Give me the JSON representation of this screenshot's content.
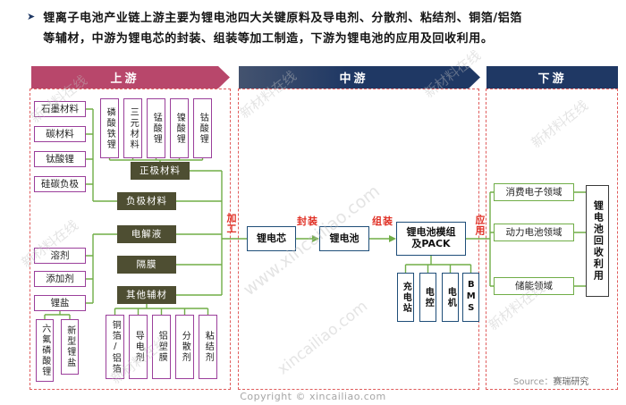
{
  "intro": {
    "bullet": "➤",
    "line1": "锂离子电池产业链上游主要为锂电池四大关键原料及导电剂、分散剂、粘结剂、铜箔/铝箔",
    "line2": "等辅材，中游为锂电芯的封装、组装等加工制造，下游为锂电池的应用及回收利用。"
  },
  "headers": {
    "upstream": "上游",
    "midstream": "中游",
    "downstream": "下游"
  },
  "upstream": {
    "anode_inputs": [
      "石墨材料",
      "碳材料",
      "钛酸锂",
      "硅碳负极"
    ],
    "cathode_inputs": [
      "磷酸铁锂",
      "三元材料",
      "锰酸锂",
      "镍酸锂",
      "钴酸锂"
    ],
    "categories": {
      "cathode": "正极材料",
      "anode": "负极材料",
      "electrolyte": "电解液",
      "separator": "隔膜",
      "other": "其他辅材"
    },
    "electrolyte_inputs": [
      "溶剂",
      "添加剂",
      "锂盐"
    ],
    "lithium_salts": [
      "六氟磷酸锂",
      "新型锂盐"
    ],
    "other_materials": [
      "铜箔/铝箔",
      "导电剂",
      "铝塑膜",
      "分散剂",
      "粘结剂"
    ]
  },
  "process_labels": {
    "processing": "加工",
    "packaging": "封装",
    "assembly": "组装",
    "application": "应用"
  },
  "midstream": {
    "cell": "锂电芯",
    "battery": "锂电池",
    "pack_line1": "锂电池模组",
    "pack_line2": "及PACK",
    "pack_children": [
      "充电站",
      "电控",
      "电机",
      "BMS"
    ]
  },
  "downstream": {
    "applications": [
      "消费电子领域",
      "动力电池领域",
      "储能领域"
    ],
    "recycling": "锂电池回收利用"
  },
  "footer": {
    "source_label": "Source：",
    "source_value": "赛瑞研究",
    "copyright": "Copyright © xincailiao.com"
  },
  "watermarks": {
    "brand": "新材料在线",
    "url_full": "www.xincailiao.com",
    "url_short": "xincailiao.com"
  },
  "colors": {
    "upstream_arrow": "#b8476b",
    "nav_arrow": "#1f3864",
    "purple_border": "#9b3f9b",
    "dark_box": "#4e4e32",
    "green_line": "#70ad47",
    "blue_border": "#1f4e79",
    "red_label": "#e03025",
    "dashed_border": "#e05c5c"
  }
}
